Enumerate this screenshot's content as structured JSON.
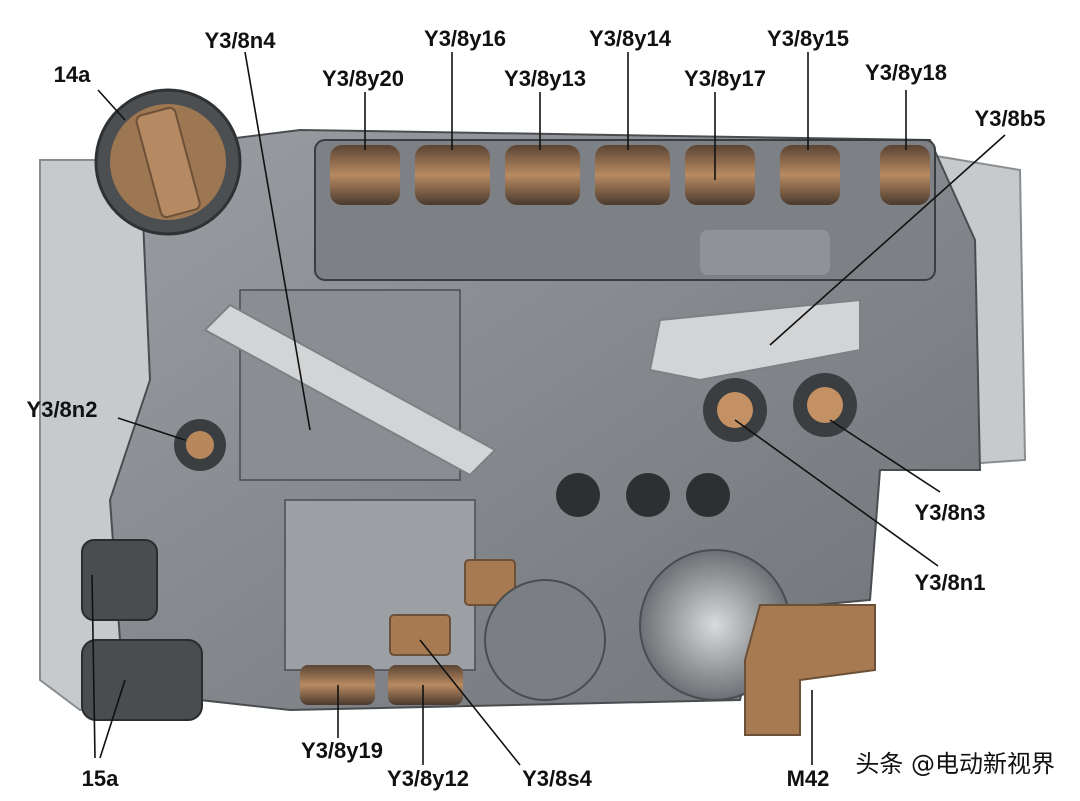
{
  "callouts": {
    "y3_8n4": "Y3/8n4",
    "y3_8y16": "Y3/8y16",
    "y3_8y14": "Y3/8y14",
    "y3_8y15": "Y3/8y15",
    "label_14a": "14a",
    "y3_8y20": "Y3/8y20",
    "y3_8y13": "Y3/8y13",
    "y3_8y17": "Y3/8y17",
    "y3_8y18": "Y3/8y18",
    "y3_8b5": "Y3/8b5",
    "y3_8n2": "Y3/8n2",
    "y3_8n3": "Y3/8n3",
    "y3_8n1": "Y3/8n1",
    "y3_8y19": "Y3/8y19",
    "label_15a": "15a",
    "y3_8y12": "Y3/8y12",
    "y3_8s4": "Y3/8s4",
    "m42": "M42"
  },
  "watermark": {
    "text": "头条 @电动新视界"
  },
  "colors": {
    "housing": "#8c9094",
    "plate": "#c9ccd0",
    "copper": "#a8774e",
    "dark": "#3a3d40"
  }
}
